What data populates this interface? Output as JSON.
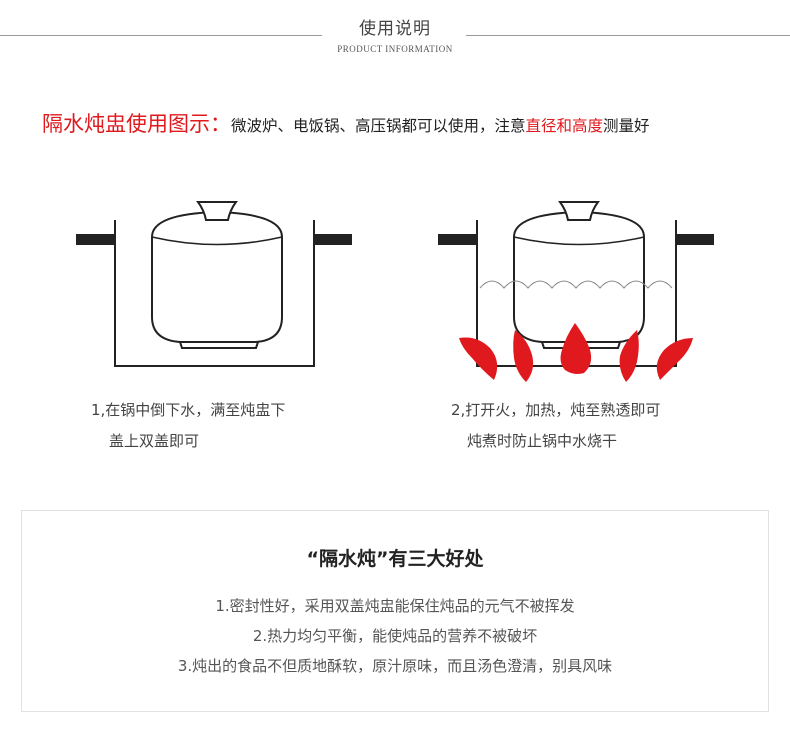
{
  "header": {
    "title": "使用说明",
    "subtitle": "PRODUCT INFORMATION"
  },
  "intro": {
    "lead": "隔水炖盅使用图示：",
    "text_before": "微波炉、电饭锅、高压锅都可以使用，注意",
    "highlight": "直径和高度",
    "text_after": "测量好"
  },
  "steps": [
    {
      "line1": "1,在锅中倒下水，满至炖盅下",
      "line2": "盖上双盖即可"
    },
    {
      "line1": "2,打开火，加热，炖至熟透即可",
      "line2": "炖煮时防止锅中水烧干"
    }
  ],
  "benefits": {
    "heading": "“隔水炖”有三大好处",
    "items": [
      "1.密封性好，采用双盖炖盅能保住炖品的元气不被挥发",
      "2.热力均匀平衡，能使炖品的营养不被破坏",
      "3.炖出的食品不但质地酥软，原汁原味，而且汤色澄清，别具风味"
    ]
  },
  "colors": {
    "accent_red": "#e0191e",
    "line_dark": "#222222"
  }
}
